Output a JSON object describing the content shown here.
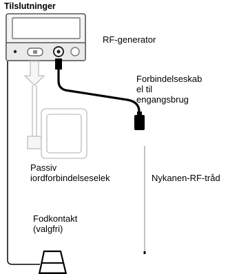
{
  "title": "Tilslutninger",
  "labels": {
    "rf_generator": "RF-generator",
    "cable_line1": "Forbindelseskab",
    "cable_line2": "el til",
    "cable_line3": "engangsbrug",
    "passive_line1": "Passiv",
    "passive_line2": "jordforbindelseselek",
    "wire": "Nykanen-RF-tråd",
    "foot_line1": "Fodkontakt",
    "foot_line2": "(valgfri)"
  },
  "colors": {
    "outline": "#5a5a5a",
    "faded": "#c8c8c8",
    "cable": "#000000"
  }
}
